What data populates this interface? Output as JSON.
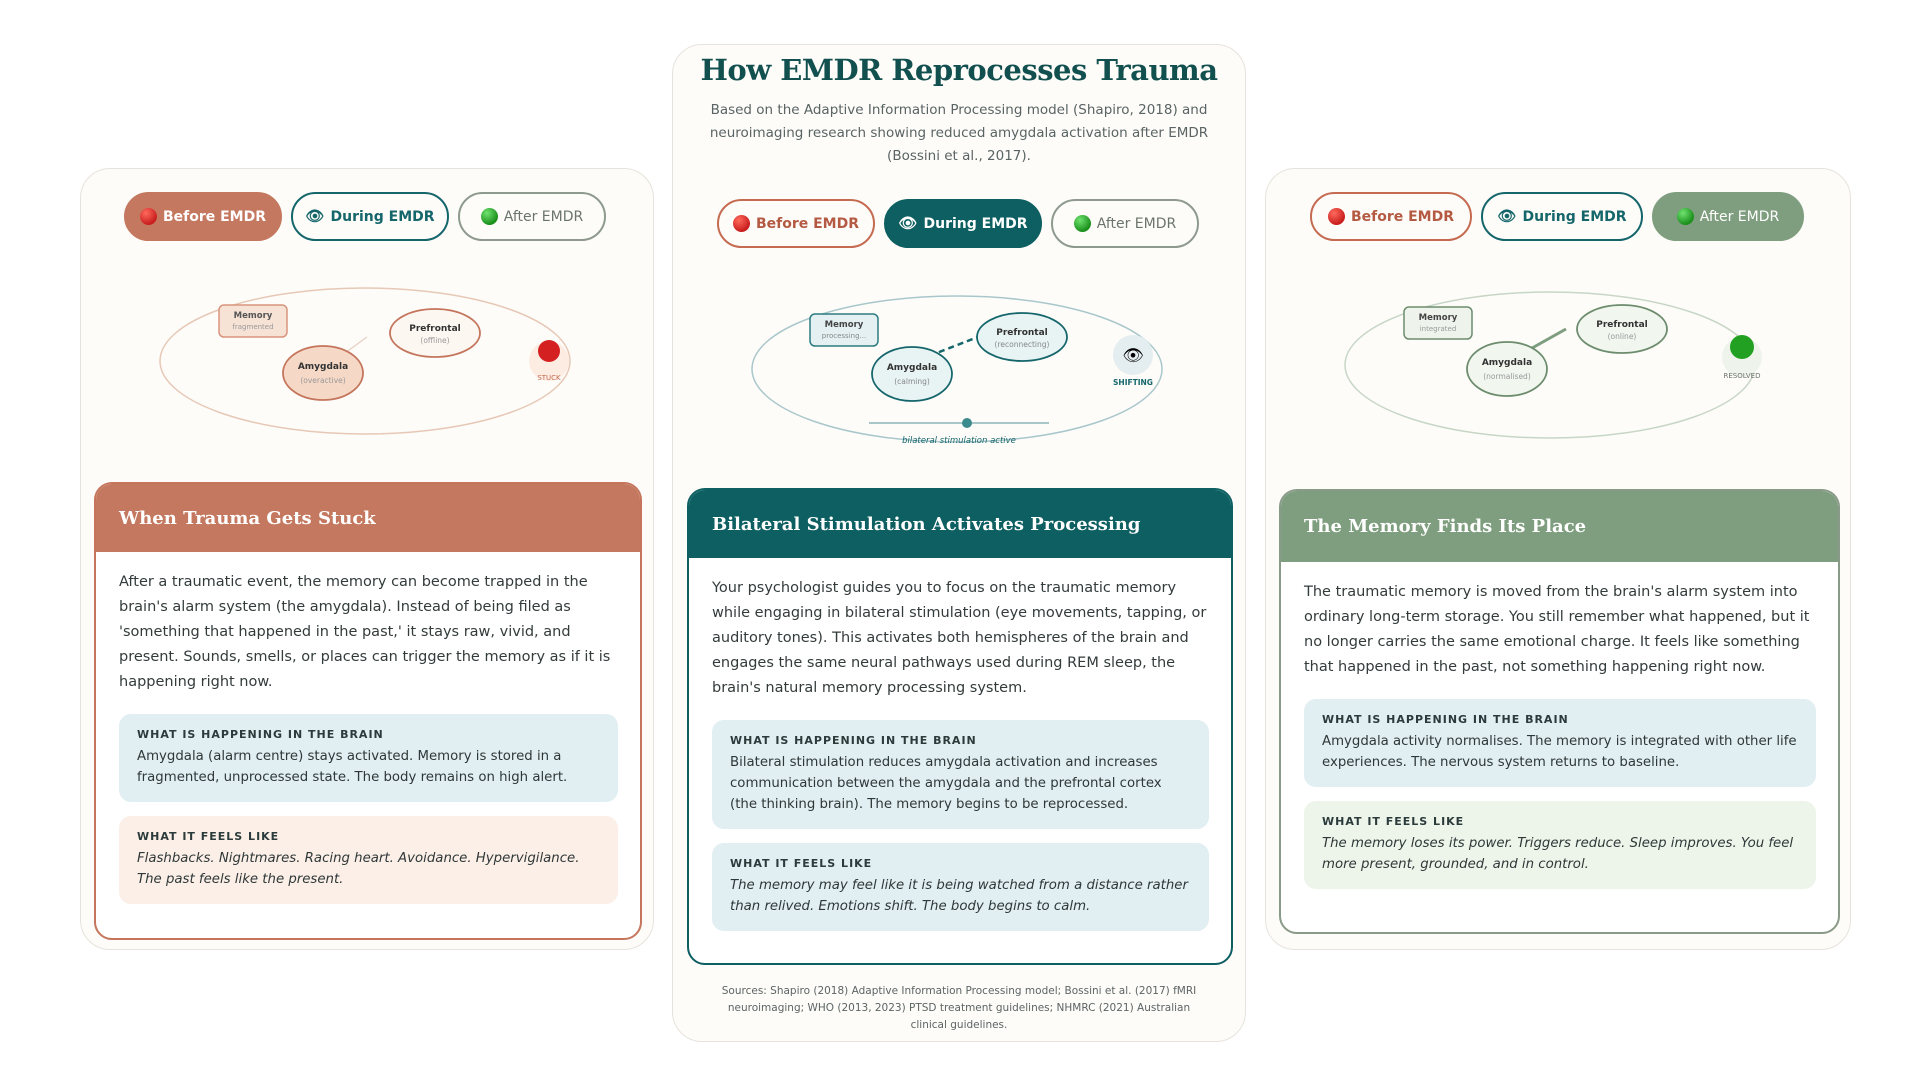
{
  "header": {
    "title": "How EMDR Reprocesses Trauma",
    "subtitle": "Based on the Adaptive Information Processing model (Shapiro, 2018) and neuroimaging research showing reduced amygdala activation after EMDR (Bossini et al., 2017)."
  },
  "tabs": {
    "before": "Before EMDR",
    "during": "During EMDR",
    "after": "After EMDR"
  },
  "stages": {
    "before": {
      "diagram": {
        "memory": "Memory",
        "memory_state": "fragmented",
        "prefrontal": "Prefrontal",
        "prefrontal_state": "(offline)",
        "amygdala": "Amygdala",
        "amygdala_state": "(overactive)",
        "status": "STUCK"
      },
      "panel": {
        "title": "When Trauma Gets Stuck",
        "body": "After a traumatic event, the memory can become trapped in the brain's alarm system (the amygdala). Instead of being filed as 'something that happened in the past,' it stays raw, vivid, and present. Sounds, smells, or places can trigger the memory as if it is happening right now.",
        "brain_heading": "WHAT IS HAPPENING IN THE BRAIN",
        "brain_text": "Amygdala (alarm centre) stays activated. Memory is stored in a fragmented, unprocessed state. The body remains on high alert.",
        "feel_heading": "WHAT IT FEELS LIKE",
        "feel_text": "Flashbacks. Nightmares. Racing heart. Avoidance. Hypervigilance. The past feels like the present."
      }
    },
    "during": {
      "diagram": {
        "memory": "Memory",
        "memory_state": "processing...",
        "prefrontal": "Prefrontal",
        "prefrontal_state": "(reconnecting)",
        "amygdala": "Amygdala",
        "amygdala_state": "(calming)",
        "status": "SHIFTING",
        "stimulation_label": "bilateral stimulation active"
      },
      "panel": {
        "title": "Bilateral Stimulation Activates Processing",
        "body": "Your psychologist guides you to focus on the traumatic memory while engaging in bilateral stimulation (eye movements, tapping, or auditory tones). This activates both hemispheres of the brain and engages the same neural pathways used during REM sleep, the brain's natural memory processing system.",
        "brain_heading": "WHAT IS HAPPENING IN THE BRAIN",
        "brain_text": "Bilateral stimulation reduces amygdala activation and increases communication between the amygdala and the prefrontal cortex (the thinking brain). The memory begins to be reprocessed.",
        "feel_heading": "WHAT IT FEELS LIKE",
        "feel_text": "The memory may feel like it is being watched from a distance rather than relived. Emotions shift. The body begins to calm."
      }
    },
    "after": {
      "diagram": {
        "memory": "Memory",
        "memory_state": "integrated",
        "prefrontal": "Prefrontal",
        "prefrontal_state": "(online)",
        "amygdala": "Amygdala",
        "amygdala_state": "(normalised)",
        "status": "RESOLVED"
      },
      "panel": {
        "title": "The Memory Finds Its Place",
        "body": "The traumatic memory is moved from the brain's alarm system into ordinary long-term storage. You still remember what happened, but it no longer carries the same emotional charge. It feels like something that happened in the past, not something happening right now.",
        "brain_heading": "WHAT IS HAPPENING IN THE BRAIN",
        "brain_text": "Amygdala activity normalises. The memory is integrated with other life experiences. The nervous system returns to baseline.",
        "feel_heading": "WHAT IT FEELS LIKE",
        "feel_text": "The memory loses its power. Triggers reduce. Sleep improves. You feel more present, grounded, and in control."
      }
    }
  },
  "sources": "Sources: Shapiro (2018) Adaptive Information Processing model; Bossini et al. (2017) fMRI neuroimaging; WHO (2013, 2023) PTSD treatment guidelines; NHMRC (2021) Australian clinical guidelines.",
  "colors": {
    "before_accent": "#c4785f",
    "during_accent": "#0e5f61",
    "after_accent": "#7f9e7f",
    "title": "#124f4f"
  }
}
